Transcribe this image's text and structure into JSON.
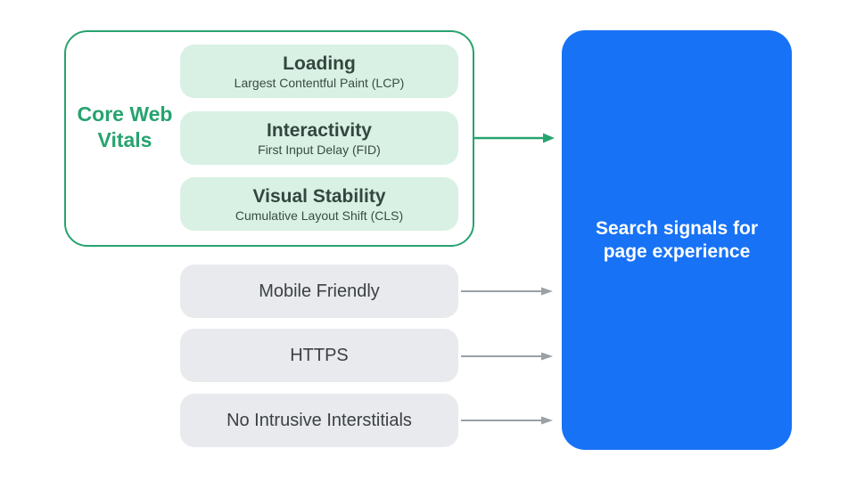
{
  "diagram": {
    "title": "Search signals for page experience diagram"
  },
  "colors": {
    "green_accent": "#27A36F",
    "green_pill_fill": "#D8F1E4",
    "green_pill_text": "#33463F",
    "gray_pill_fill": "#E8EAED",
    "gray_pill_text": "#3C4043",
    "gray_arrow": "#9AA0A6",
    "blue_box_fill": "#1772F5",
    "blue_box_text": "#ffffff",
    "background": "#ffffff"
  },
  "core_web_vitals": {
    "label": "Core Web Vitals",
    "items": [
      {
        "title": "Loading",
        "subtitle": "Largest Contentful Paint (LCP)"
      },
      {
        "title": "Interactivity",
        "subtitle": "First Input Delay (FID)"
      },
      {
        "title": "Visual Stability",
        "subtitle": "Cumulative Layout Shift (CLS)"
      }
    ]
  },
  "other_signals": [
    {
      "label": "Mobile Friendly"
    },
    {
      "label": "HTTPS"
    },
    {
      "label": "No Intrusive Interstitials"
    }
  ],
  "result": {
    "label": "Search signals for page experience"
  }
}
